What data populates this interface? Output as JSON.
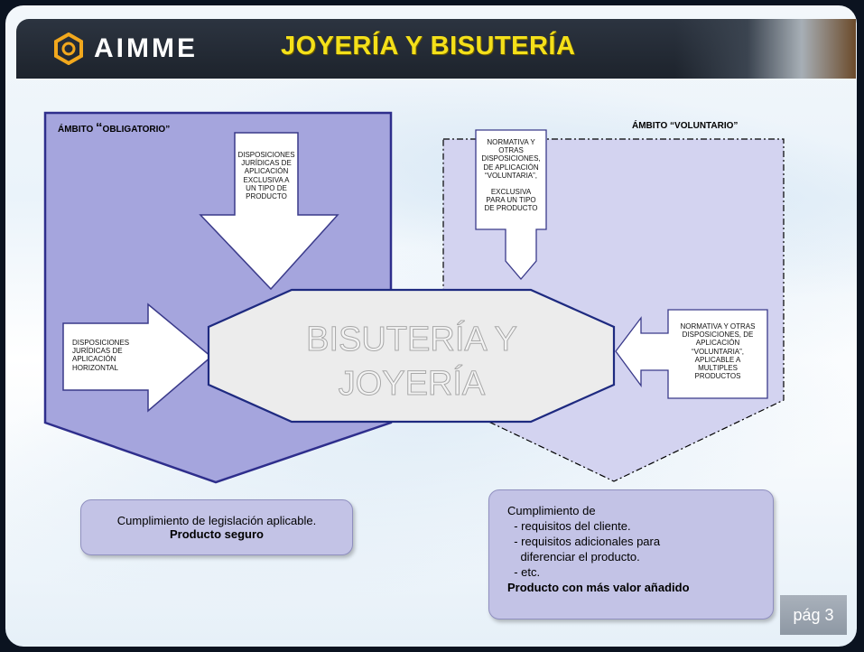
{
  "header": {
    "logo_text": "AIMME",
    "title": "JOYERÍA Y BISUTERÍA"
  },
  "diagram": {
    "obligatorio_prefix": "ÁMBITO ",
    "obligatorio_quote_open": "“",
    "obligatorio_word": "OBLIGATORIO",
    "obligatorio_quote_close": "”",
    "voluntario_label": "ÁMBITO “VOLUNTARIO”",
    "center_line1": "BISUTERÍA Y",
    "center_line2": "JOYERÍA",
    "arrow_top_left": [
      "DISPOSICIONES",
      "JURÍDICAS DE",
      "APLICACIÓN",
      "EXCLUSIVA A",
      "UN TIPO DE",
      "PRODUCTO"
    ],
    "arrow_left": [
      "DISPOSICIONES",
      "JURÍDICAS DE",
      "APLICACIÓN",
      "HORIZONTAL"
    ],
    "arrow_top_right": [
      "NORMATIVA Y",
      "OTRAS",
      "DISPOSICIONES,",
      "DE APLICACIÓN",
      "“VOLUNTARIA”,",
      "",
      "EXCLUSIVA",
      "PARA UN TIPO",
      "DE PRODUCTO"
    ],
    "arrow_right": [
      "NORMATIVA Y OTRAS",
      "DISPOSICIONES, DE",
      "APLICACIÓN",
      "“VOLUNTARIA”,",
      "APLICABLE A",
      "MULTIPLES",
      "PRODUCTOS"
    ]
  },
  "notes": {
    "left_line1": "Cumplimiento de legislación aplicable.",
    "left_line2": "Producto seguro",
    "right_lines": [
      "Cumplimiento de",
      "  - requisitos del cliente.",
      "  - requisitos adicionales para",
      "    diferenciar el producto.",
      "  - etc."
    ],
    "right_bold": "Producto con más valor añadido"
  },
  "footer": {
    "page": "pág 3"
  },
  "colors": {
    "obligatorio_fill": "#a5a5dd",
    "obligatorio_border": "#2e2e8c",
    "voluntario_fill": "#d3d3f0",
    "octagon_fill": "#ececec",
    "octagon_border": "#1e2a80",
    "title_yellow": "#f4e01a"
  }
}
